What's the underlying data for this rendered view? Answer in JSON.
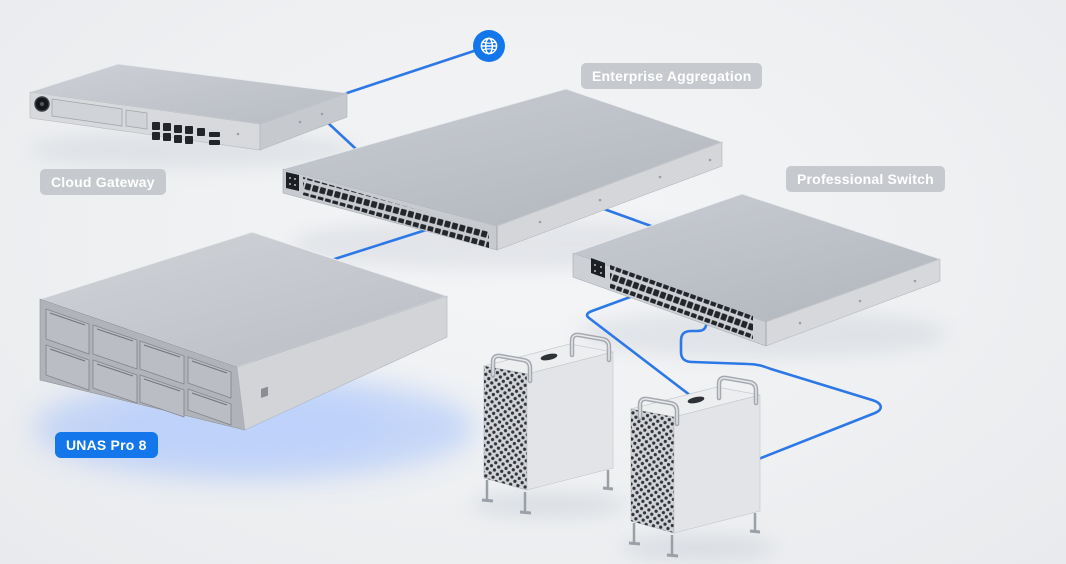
{
  "diagram": {
    "type": "network-topology-illustration",
    "accent_blue": "#1377eb",
    "connection_line_blue": "#2b78e6",
    "badge_gray": "#c6c9cd",
    "badge_text_color": "#ffffff",
    "internet": {
      "icon": "globe-icon"
    },
    "devices": [
      {
        "id": "cloud-gateway",
        "label": "Cloud Gateway",
        "badge": "gray"
      },
      {
        "id": "enterprise-aggregation",
        "label": "Enterprise Aggregation",
        "badge": "gray"
      },
      {
        "id": "professional-switch",
        "label": "Professional Switch",
        "badge": "gray"
      },
      {
        "id": "unas-pro-8",
        "label": "UNAS Pro 8",
        "badge": "blue",
        "highlighted": true
      },
      {
        "id": "server-tower-1"
      },
      {
        "id": "server-tower-2"
      }
    ],
    "connections": [
      {
        "from": "internet",
        "to": "cloud-gateway"
      },
      {
        "from": "cloud-gateway",
        "to": "enterprise-aggregation"
      },
      {
        "from": "enterprise-aggregation",
        "to": "unas-pro-8"
      },
      {
        "from": "enterprise-aggregation",
        "to": "professional-switch"
      },
      {
        "from": "professional-switch",
        "to": "server-tower-1"
      },
      {
        "from": "professional-switch",
        "to": "server-tower-2"
      }
    ]
  }
}
